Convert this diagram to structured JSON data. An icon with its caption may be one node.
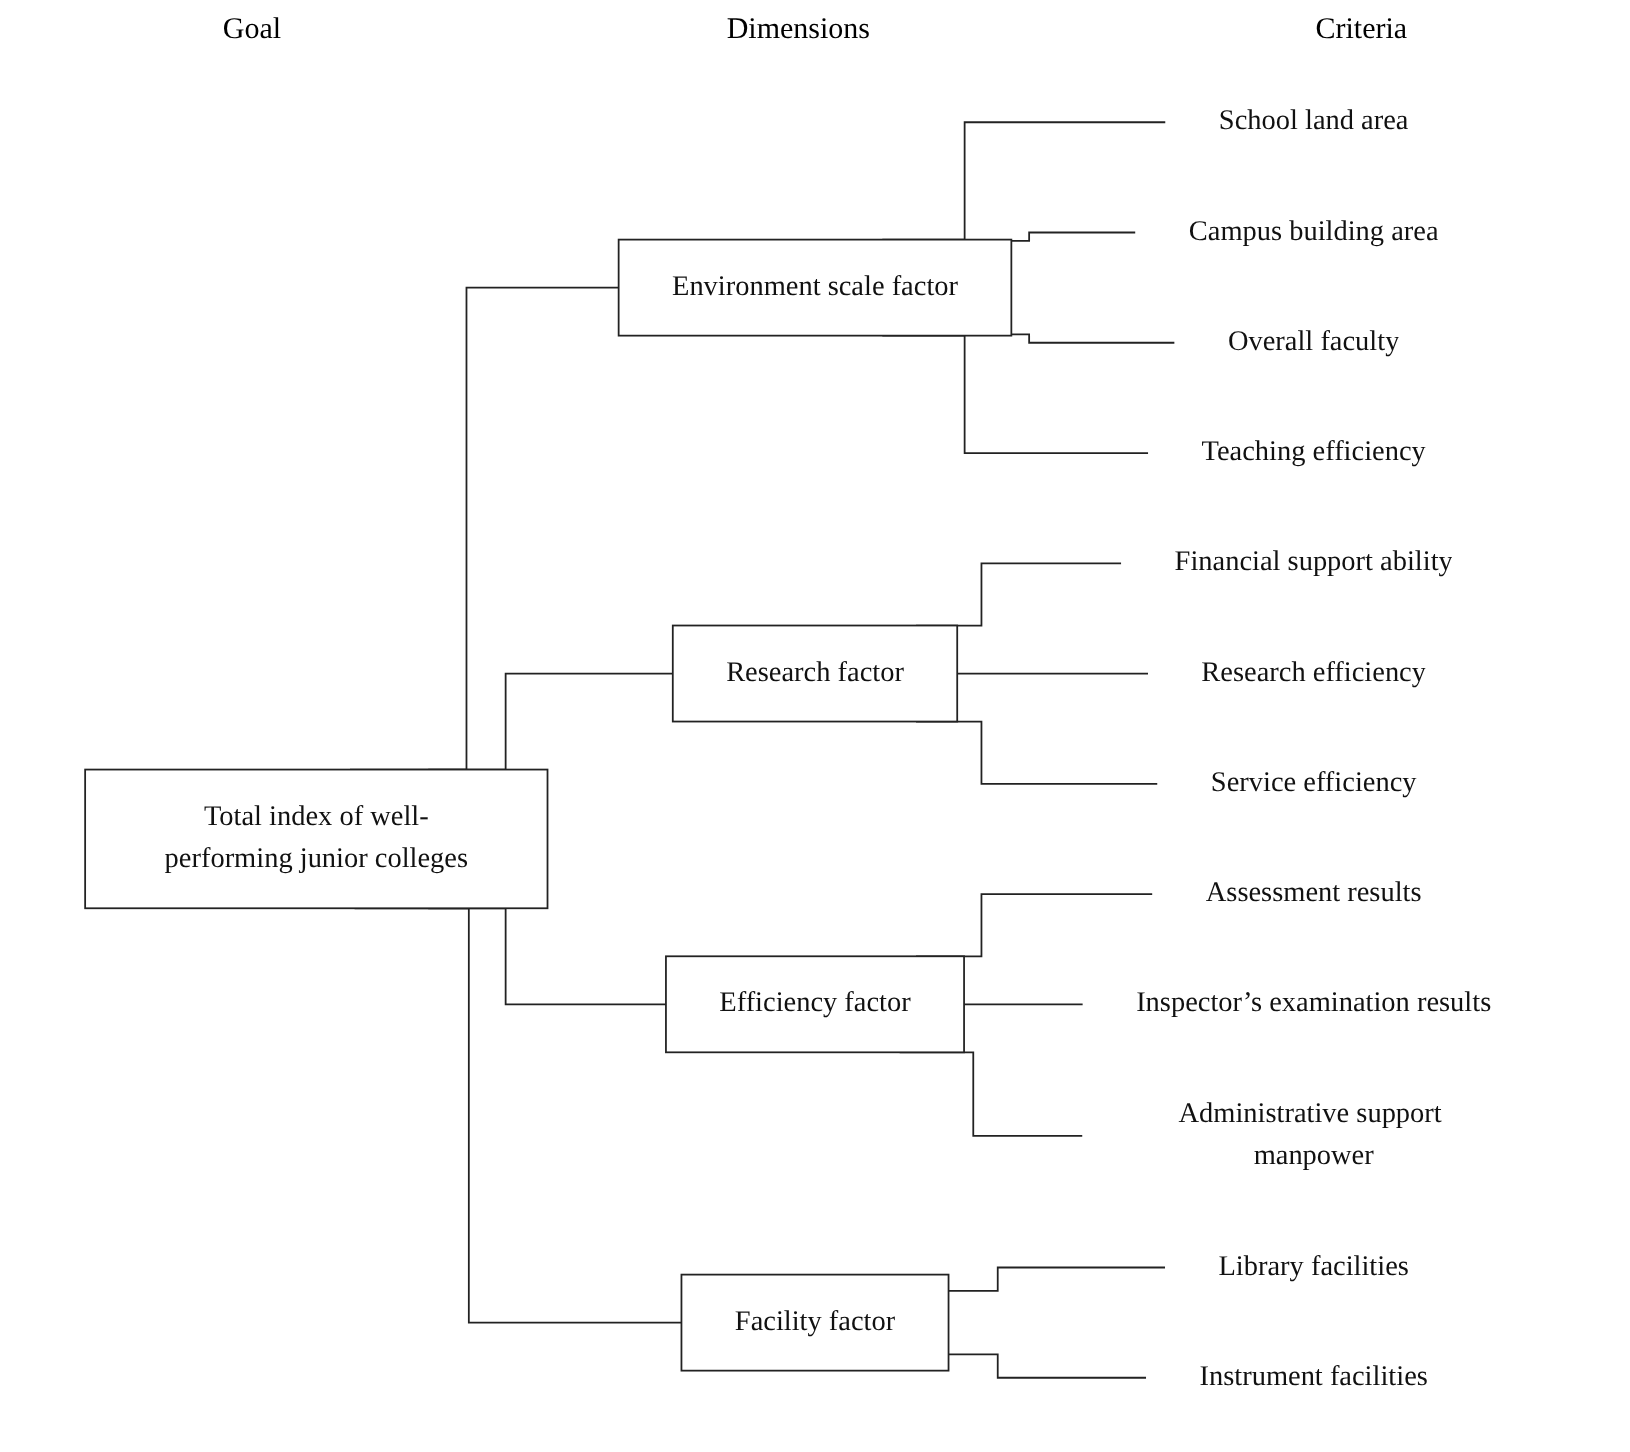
{
  "diagram": {
    "nodes": [
      {
        "text": [
          "Total index of well-performing junior colleges"
        ]
      },
      {
        "text": [
          "Environment scale factor"
        ]
      },
      {
        "text": [
          "School land area"
        ]
      },
      {
        "text": [
          "Campus building area"
        ]
      },
      {
        "text": [
          "Overall faculty"
        ]
      },
      {
        "text": [
          "Teaching efficiency"
        ]
      },
      {
        "text": [
          "Research factor"
        ]
      },
      {
        "text": [
          "Financial support ability"
        ]
      },
      {
        "text": [
          "Research efficiency"
        ]
      },
      {
        "text": [
          "Service efficiency"
        ]
      },
      {
        "text": [
          "Efficiency factor"
        ]
      },
      {
        "text": [
          "Assessment results"
        ]
      },
      {
        "text": [
          "Inspector’s examination results"
        ]
      },
      {
        "text": [
          "Administrative support manpower"
        ]
      },
      {
        "text": [
          "Facility factor"
        ]
      },
      {
        "text": [
          "Library facilities"
        ]
      },
      {
        "text": [
          "Instrument facilities"
        ]
      }
    ],
    "edges": [
      {
        "from": 0,
        "to": 1,
        "arrow": "none"
      },
      {
        "from": 0,
        "to": 6,
        "arrow": "none"
      },
      {
        "from": 0,
        "to": 10,
        "arrow": "none"
      },
      {
        "from": 0,
        "to": 14,
        "arrow": "none"
      },
      {
        "from": 1,
        "to": 2,
        "arrow": "none"
      },
      {
        "from": 1,
        "to": 3,
        "arrow": "none"
      },
      {
        "from": 1,
        "to": 4,
        "arrow": "none"
      },
      {
        "from": 1,
        "to": 5,
        "arrow": "none"
      },
      {
        "from": 6,
        "to": 7,
        "arrow": "none"
      },
      {
        "from": 6,
        "to": 8,
        "arrow": "none"
      },
      {
        "from": 6,
        "to": 9,
        "arrow": "none"
      },
      {
        "from": 10,
        "to": 11,
        "arrow": "none"
      },
      {
        "from": 10,
        "to": 12,
        "arrow": "none"
      },
      {
        "from": 10,
        "to": 13,
        "arrow": "none"
      },
      {
        "from": 14,
        "to": 15,
        "arrow": "none"
      },
      {
        "from": 14,
        "to": 16,
        "arrow": "none"
      }
    ],
    "labels": [
      "Goal",
      "Dimensions",
      "Criteria"
    ]
  }
}
